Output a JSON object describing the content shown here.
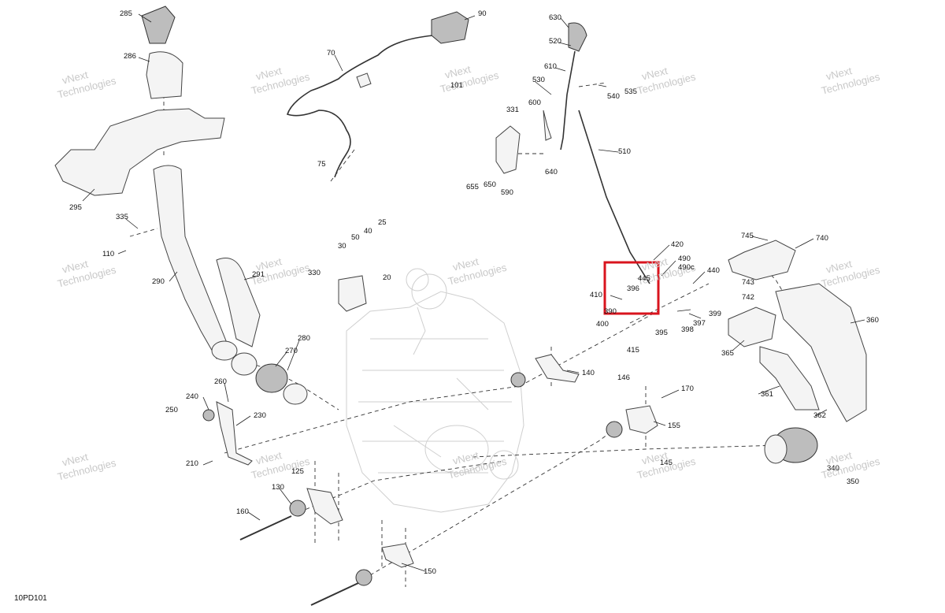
{
  "diagram_code": "10PD101",
  "watermark": {
    "line1": "vNext",
    "line2": "Technologies"
  },
  "highlight_color": "#d9141e",
  "callouts": [
    "285",
    "286",
    "295",
    "335",
    "110",
    "290",
    "291",
    "280",
    "270",
    "260",
    "240",
    "250",
    "230",
    "210",
    "160",
    "130",
    "125",
    "150",
    "90",
    "70",
    "101",
    "75",
    "630",
    "520",
    "610",
    "530",
    "540",
    "535",
    "331",
    "600",
    "510",
    "655",
    "650",
    "590",
    "640",
    "25",
    "40",
    "50",
    "30",
    "330",
    "20",
    "420",
    "490",
    "490c",
    "440",
    "445",
    "396",
    "410",
    "390",
    "400",
    "415",
    "395",
    "398",
    "397",
    "399",
    "140",
    "146",
    "170",
    "155",
    "145",
    "745",
    "740",
    "743",
    "742",
    "360",
    "365",
    "361",
    "362",
    "340",
    "350"
  ]
}
